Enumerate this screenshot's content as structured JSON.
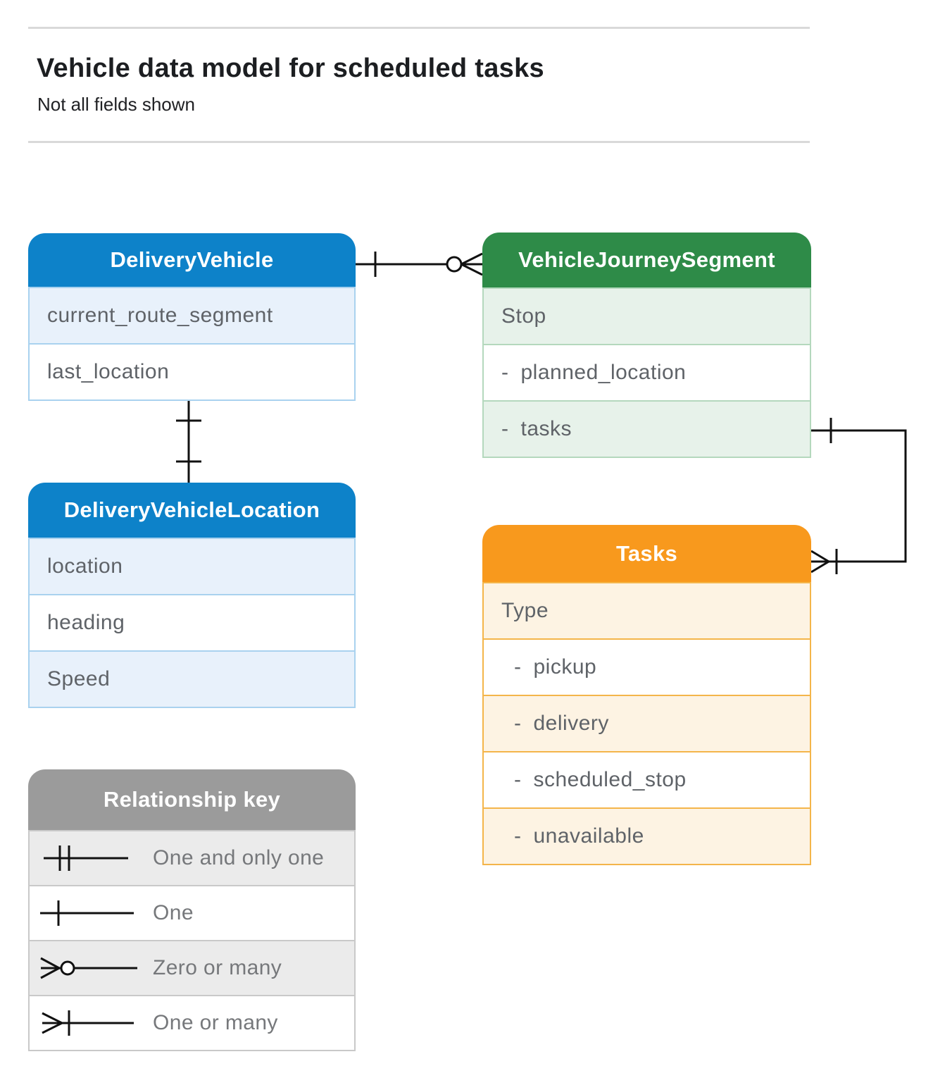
{
  "page": {
    "title": "Vehicle data model for scheduled tasks",
    "subtitle": "Not all fields shown"
  },
  "entities": {
    "delivery_vehicle": {
      "title": "DeliveryVehicle",
      "fields": [
        {
          "bullet": "",
          "label": "current_route_segment"
        },
        {
          "bullet": "",
          "label": "last_location"
        }
      ]
    },
    "vehicle_journey_segment": {
      "title": "VehicleJourneySegment",
      "fields": [
        {
          "bullet": "",
          "label": "Stop"
        },
        {
          "bullet": "-",
          "label": "planned_location"
        },
        {
          "bullet": "-",
          "label": "tasks"
        }
      ]
    },
    "delivery_vehicle_location": {
      "title": "DeliveryVehicleLocation",
      "fields": [
        {
          "bullet": "",
          "label": "location"
        },
        {
          "bullet": "",
          "label": "heading"
        },
        {
          "bullet": "",
          "label": "Speed"
        }
      ]
    },
    "tasks": {
      "title": "Tasks",
      "fields": [
        {
          "bullet": "",
          "label": "Type"
        },
        {
          "bullet": "-",
          "label": "pickup"
        },
        {
          "bullet": "-",
          "label": "delivery"
        },
        {
          "bullet": "-",
          "label": "scheduled_stop"
        },
        {
          "bullet": "-",
          "label": "unavailable"
        }
      ]
    }
  },
  "legend": {
    "title": "Relationship key",
    "items": [
      {
        "symbol": "one-and-only-one",
        "label": "One and only one"
      },
      {
        "symbol": "one",
        "label": "One"
      },
      {
        "symbol": "zero-or-many",
        "label": "Zero or many"
      },
      {
        "symbol": "one-or-many",
        "label": "One or many"
      }
    ]
  },
  "relationships": [
    {
      "from": "DeliveryVehicle",
      "to": "VehicleJourneySegment",
      "from_cardinality": "one",
      "to_cardinality": "zero-or-many"
    },
    {
      "from": "DeliveryVehicle",
      "to": "DeliveryVehicleLocation",
      "from_cardinality": "one",
      "to_cardinality": "one"
    },
    {
      "from": "VehicleJourneySegment.tasks",
      "to": "Tasks",
      "from_cardinality": "one",
      "to_cardinality": "one-or-many"
    }
  ],
  "colors": {
    "blue_header": "#0d82c9",
    "blue_tint": "#e8f1fb",
    "green_header": "#2e8b48",
    "green_tint": "#e7f2ea",
    "orange_header": "#f8991d",
    "orange_tint": "#fdf3e3",
    "gray_header": "#9b9b9b",
    "gray_tint": "#ebebeb",
    "connector": "#111111",
    "field_text": "#5f6368"
  }
}
